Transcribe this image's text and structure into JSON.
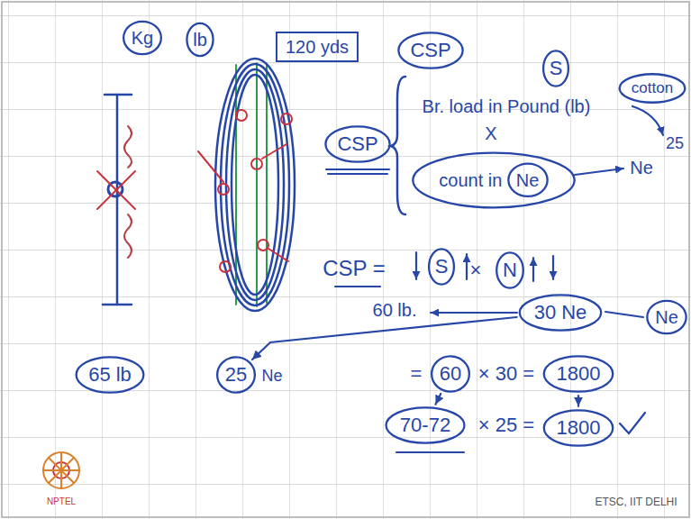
{
  "diagram": {
    "nodes": [
      {
        "text": [
          "Kg"
        ]
      },
      {
        "text": [
          "lb"
        ]
      },
      {
        "text": [
          "120 yds"
        ]
      },
      {
        "text": [
          "CSP"
        ]
      },
      {
        "text": [
          "S"
        ]
      },
      {
        "text": [
          "CSP"
        ]
      },
      {
        "text": [
          "count in"
        ]
      },
      {
        "text": [
          "Ne"
        ],
        "in": 6
      },
      {
        "text": [
          "cotton"
        ]
      },
      {
        "text": [
          "S"
        ]
      },
      {
        "text": [
          "N"
        ]
      },
      {
        "text": [
          "30 Ne"
        ]
      },
      {
        "text": [
          "Ne"
        ]
      },
      {
        "text": [
          "65 lb"
        ]
      },
      {
        "text": [
          "25"
        ]
      },
      {
        "text": [
          "60"
        ]
      },
      {
        "text": [
          "1800"
        ]
      },
      {
        "text": [
          "70-72"
        ]
      },
      {
        "text": [
          "1800"
        ]
      }
    ],
    "edges": [
      {
        "from": 11,
        "to": 14,
        "arrow": "to"
      },
      {
        "from": 15,
        "to": 17,
        "arrow": "to"
      },
      {
        "from": 16,
        "to": 18,
        "arrow": "to"
      }
    ],
    "labels": [
      "Br. load in Pound (lb)",
      "X",
      "Ne",
      "25",
      "CSP =",
      "×",
      "60 lb.",
      "Ne",
      "=",
      "× 30 =",
      "× 25 =",
      "ETSC, IIT DELHI",
      "NPTEL"
    ]
  }
}
